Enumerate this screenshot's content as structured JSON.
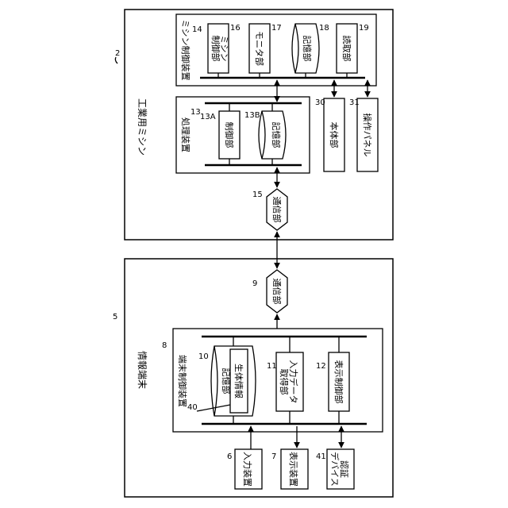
{
  "machine": {
    "title": "工業用ミシン",
    "ref": "2",
    "sewing_controller": {
      "title": "ミシン制御装置",
      "ref": "14",
      "control": {
        "label": "ミシン制御部",
        "line1": "ミシン",
        "line2": "制御部",
        "ref": "16"
      },
      "monitor": {
        "label": "モニタ部",
        "ref": "17"
      },
      "storage": {
        "label": "記憶部",
        "ref": "18"
      },
      "reader": {
        "label": "読取部",
        "ref": "19"
      }
    },
    "processing": {
      "title": "処理装置",
      "ref": "13",
      "control": {
        "label": "制御部",
        "ref": "13A"
      },
      "storage": {
        "label": "記憶部",
        "ref": "13B"
      }
    },
    "body": {
      "label": "本体部",
      "ref": "30"
    },
    "panel": {
      "label": "操作パネル",
      "ref": "31"
    },
    "comm": {
      "label": "通信部",
      "ref": "15"
    }
  },
  "terminal": {
    "title": "情報端末",
    "ref": "5",
    "comm": {
      "label": "通信部",
      "ref": "9"
    },
    "controller": {
      "title": "端末制御装置",
      "ref": "8",
      "storage": {
        "label": "記憶部",
        "ref": "10"
      },
      "bio": {
        "label": "生体情報",
        "ref": "40"
      },
      "input_acq": {
        "label": "入力データ取得部",
        "line1": "入力データ",
        "line2": "取得部",
        "ref": "11"
      },
      "display_ctrl": {
        "label": "表示制御部",
        "ref": "12"
      }
    },
    "input_device": {
      "label": "入力装置",
      "ref": "6"
    },
    "display_device": {
      "label": "表示装置",
      "ref": "7"
    },
    "auth_device": {
      "label": "認証デバイス",
      "line1": "認証",
      "line2": "デバイス",
      "ref": "41"
    }
  }
}
